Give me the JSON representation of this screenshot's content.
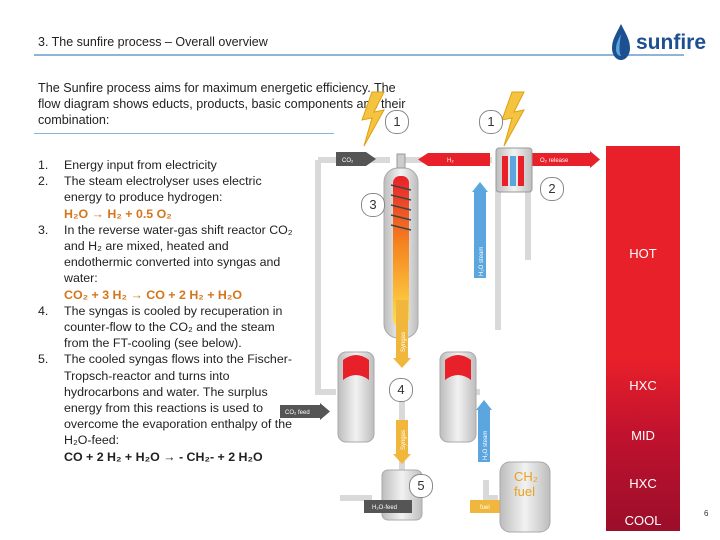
{
  "header": {
    "title": "3. The sunfire process – Overall overview"
  },
  "logo": {
    "text": "sunfire"
  },
  "intro": {
    "text": "The Sunfire process aims for maximum energetic efficiency. The flow diagram shows educts, products, basic components and their combination:"
  },
  "steps": [
    {
      "num": "1.",
      "text": "Energy input from electricity"
    },
    {
      "num": "2.",
      "text": "The steam electrolyser uses electric energy to produce hydrogen:",
      "eq": "H₂O → H₂ + 0.5 O₂"
    },
    {
      "num": "3.",
      "text": "In the reverse water-gas shift reactor CO₂ and H₂ are mixed, heated and endothermic converted into syngas and water:",
      "eq": "CO₂ + 3 H₂ → CO + 2 H₂ + H₂O"
    },
    {
      "num": "4.",
      "text": "The syngas is cooled by recuperation in counter-flow to the CO₂ and the steam from the FT-cooling (see below)."
    },
    {
      "num": "5.",
      "text": "The cooled syngas flows into the Fischer-Tropsch-reactor and turns into hydrocarbons and water. The surplus energy from this reactions is used to overcome the evaporation enthalpy of the H₂O-feed:",
      "eq": "CO + 2 H₂ + H₂O → - CH₂- + 2 H₂O"
    }
  ],
  "diagram": {
    "circles": {
      "c1a": "1",
      "c1b": "1",
      "c2": "2",
      "c3": "3",
      "c4": "4",
      "c5": "5"
    },
    "labels": {
      "co2": "CO₂",
      "h2": "H₂",
      "o2_release": "O₂ release",
      "h2o_steam_top": "H₂O steam",
      "syngas_top": "Syngas",
      "syngas_bottom": "Syngas",
      "co2_feed": "CO₂ feed",
      "h2o_steam_bottom": "H₂O steam",
      "h2o_feed": "H₂O-feed",
      "fuel": "fuel",
      "ch2": "CH₂",
      "ch2_fuel": "fuel"
    },
    "zones": {
      "hot": "HOT",
      "hxc1": "HXC",
      "mid": "MID",
      "hxc2": "HXC",
      "cool": "COOL"
    }
  },
  "page": {
    "number": "6"
  },
  "colors": {
    "hot": "#e8202a",
    "mid": "#c0122e",
    "cool": "#9b0e2a",
    "pipe": "#dcdcdc",
    "hydrogen": "#e8202a",
    "steam": "#5ba6de",
    "syngas": "#f1b73c",
    "feed": "#555555"
  }
}
